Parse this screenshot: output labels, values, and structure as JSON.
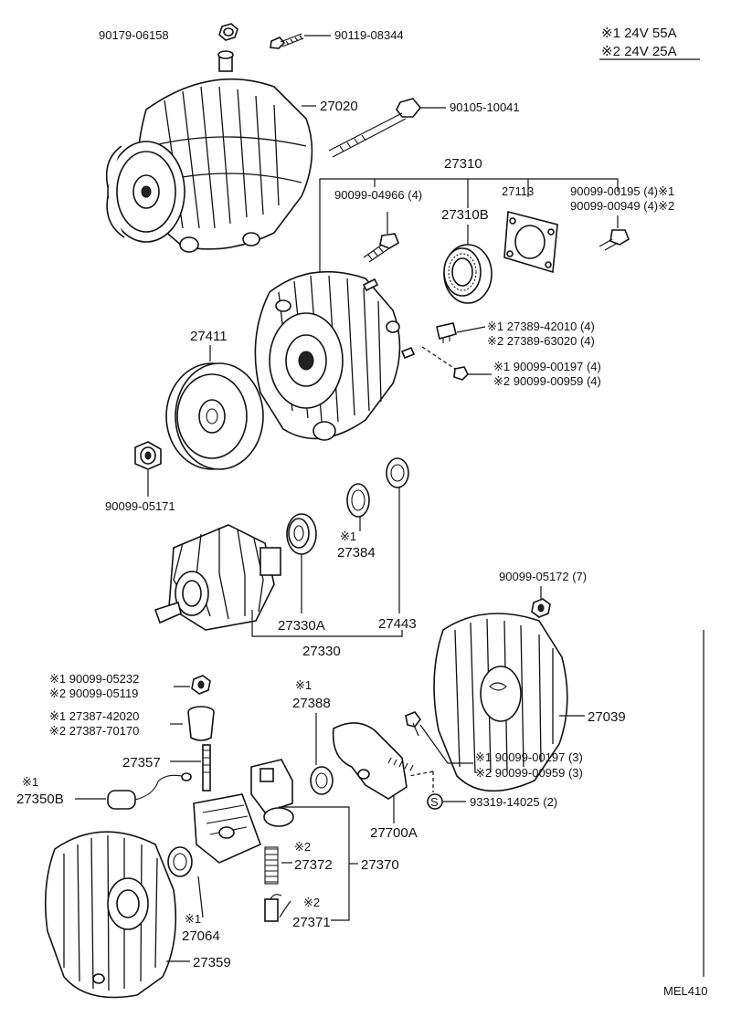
{
  "legend": {
    "row1": "※1 24V 55A",
    "row2": "※2 24V 25A"
  },
  "drawing_code": "MEL410",
  "labels": {
    "p90179_06158": "90179-06158",
    "p90119_08344": "90119-08344",
    "p27020": "27020",
    "p90105_10041": "90105-10041",
    "p27310": "27310",
    "p90099_04966": "90099-04966 (4)",
    "p27113": "27113",
    "p90099_00195": "90099-00195 (4)※1",
    "p90099_00949": "90099-00949 (4)※2",
    "p27310B": "27310B",
    "p27389_42010": "※1 27389-42010 (4)",
    "p27389_63020": "※2 27389-63020 (4)",
    "p90099_00197a": "※1 90099-00197 (4)",
    "p90099_00959a": "※2 90099-00959 (4)",
    "p27411": "27411",
    "p90099_05171": "90099-05171",
    "p27384_mark": "※1",
    "p27384": "27384",
    "p27330A": "27330A",
    "p27443": "27443",
    "p27330": "27330",
    "p90099_05172": "90099-05172 (7)",
    "p27039": "27039",
    "p90099_05232": "※1 90099-05232",
    "p90099_05119": "※2 90099-05119",
    "p27387_42020": "※1 27387-42020",
    "p27387_70170": "※2 27387-70170",
    "p27388_mark": "※1",
    "p27388": "27388",
    "p27357": "27357",
    "p27350B_mark": "※1",
    "p27350B": "27350B",
    "p90099_00197b": "※1  90099-00197 (3)",
    "p90099_00959b": "※2  90099-00959 (3)",
    "p93319": "93319-14025 (2)",
    "p27700A": "27700A",
    "p27372_mark": "※2",
    "p27372": "27372",
    "p27370": "27370",
    "p27371_mark": "※2",
    "p27371": "27371",
    "p27064_mark": "※1",
    "p27064": "27064",
    "p27359": "27359",
    "s_symbol": "S"
  }
}
